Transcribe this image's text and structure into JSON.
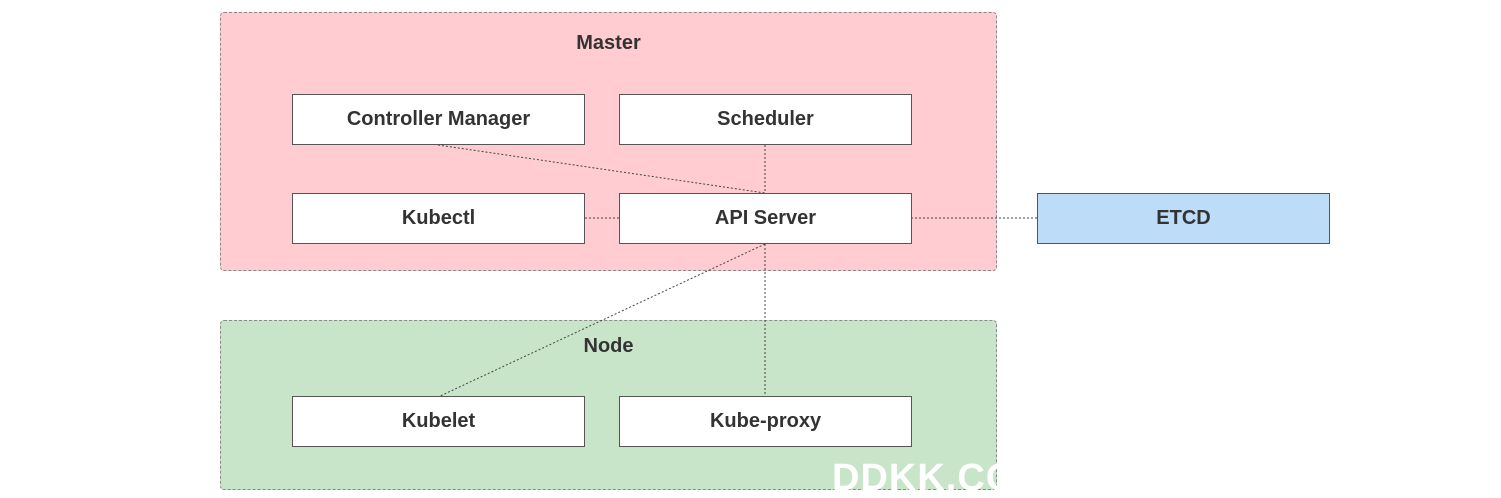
{
  "groups": {
    "master": {
      "title": "Master",
      "color": "#ffccd1"
    },
    "node": {
      "title": "Node",
      "color": "#c9e5c9"
    }
  },
  "components": {
    "controller_manager": "Controller Manager",
    "scheduler": "Scheduler",
    "kubectl": "Kubectl",
    "api_server": "API Server",
    "etcd": "ETCD",
    "kubelet": "Kubelet",
    "kube_proxy": "Kube-proxy"
  },
  "colors": {
    "etcd": "#bcdcf7",
    "box": "#ffffff",
    "text": "#333333"
  },
  "watermark": "DDKK.COM"
}
